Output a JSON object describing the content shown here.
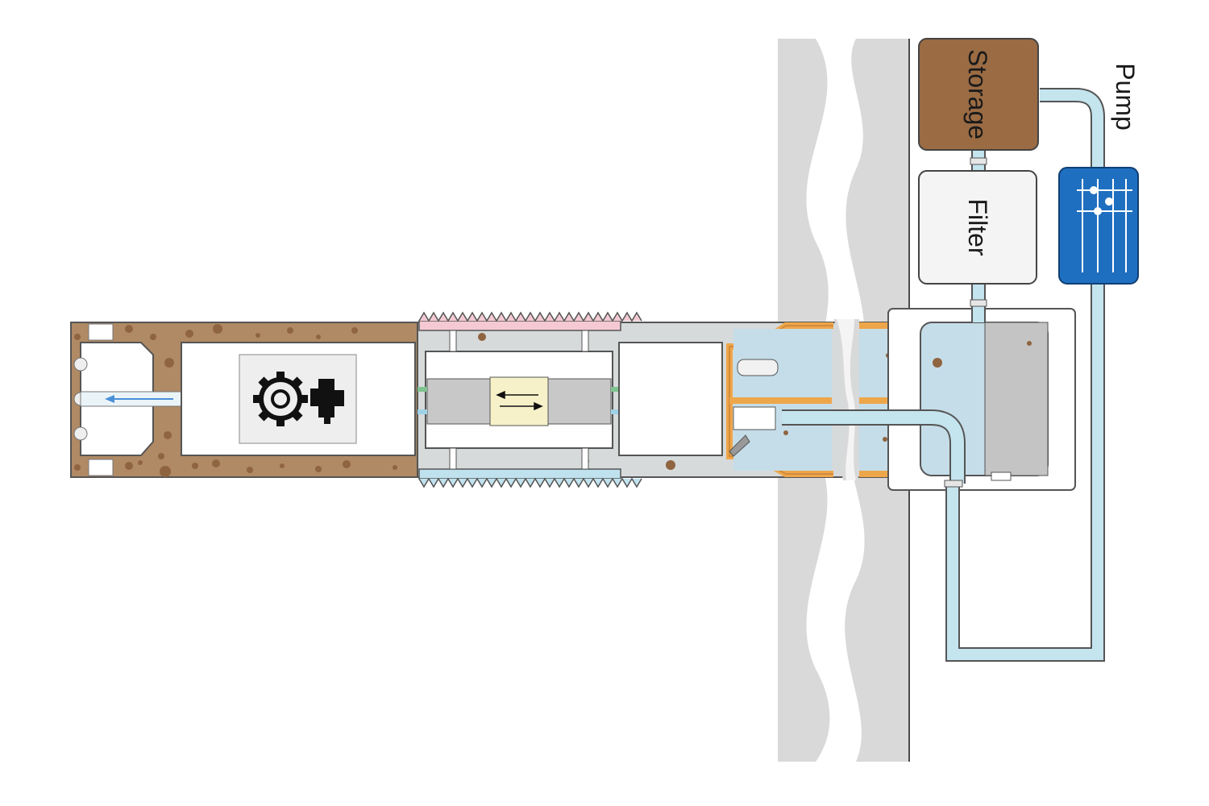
{
  "labels": {
    "storage": "Storage",
    "filter": "Filter",
    "pump": "Pump"
  },
  "colors": {
    "soil": "#b08a64",
    "soil_dots": "#8f6440",
    "storage": "#9b6b43",
    "filter": "#f4f4f4",
    "pump": "#1f6fc0",
    "pipe": "#c4e4ee",
    "water": "#c5dde8",
    "orange_frame": "#eea64a",
    "wall": "#d9d9d9",
    "pipe_body": "#d6dadb",
    "teeth_top": "#f4c9d3",
    "teeth_bottom": "#bfe2ee",
    "gear_panel": "#eeeeee",
    "cylinder": "#c8c8c8",
    "piston": "#f6f1c8"
  },
  "icons": [
    "gear-icon",
    "motor-icon",
    "double-arrow-icon",
    "flow-arrow-icon"
  ]
}
